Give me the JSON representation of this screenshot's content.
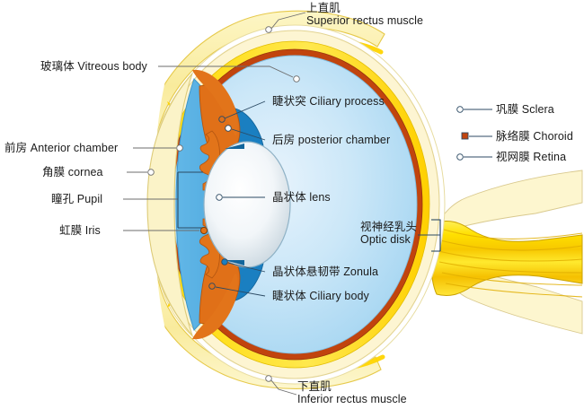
{
  "diagram": {
    "title": "Human Eye Cross-Section Anatomy",
    "background_color": "#ffffff"
  },
  "colors": {
    "sclera_outer": "#ffffff",
    "sclera": "#fdf5d2",
    "cornea": "#fbf3c8",
    "choroid_yellow": "#ffe000",
    "choroid_bright": "#ffd400",
    "retina_red": "#c1440e",
    "retina_line": "#a83b10",
    "vitreous_light": "#cfe7f7",
    "vitreous_mid": "#a9d6f2",
    "anterior_chamber": "#5bb3e4",
    "posterior_chamber": "#1a7fc1",
    "iris_orange": "#e2741a",
    "ciliary_orange": "#e07018",
    "lens_light": "#ffffff",
    "lens_edge": "#bfcdd6",
    "muscle_pale": "#fbefab",
    "muscle_outline": "#e8c84a",
    "optic_nerve": "#ffe800",
    "optic_nerve_stripe": "#f0b300",
    "leader_line": "#2c4a63",
    "leader_line_gray": "#808080",
    "text": "#1a1a1a"
  },
  "labels": {
    "superior_rectus": {
      "cn": "上直肌",
      "en": "Superior rectus muscle",
      "side": "top"
    },
    "vitreous_body": {
      "cn": "玻璃体",
      "en": "Vitreous body",
      "side": "left"
    },
    "anterior_chamber": {
      "cn": "前房",
      "en": "Anterior chamber",
      "side": "left"
    },
    "cornea": {
      "cn": "角膜",
      "en": "cornea",
      "side": "left"
    },
    "pupil": {
      "cn": "瞳孔",
      "en": "Pupil",
      "side": "left"
    },
    "iris": {
      "cn": "虹膜",
      "en": "Iris",
      "side": "left"
    },
    "ciliary_process": {
      "cn": "睫状突",
      "en": "Ciliary process",
      "side": "center"
    },
    "posterior_chamber": {
      "cn": "后房",
      "en": "posterior chamber",
      "side": "center"
    },
    "lens": {
      "cn": "晶状体",
      "en": "lens",
      "side": "center"
    },
    "zonula": {
      "cn": "晶状体悬韧带",
      "en": "Zonula",
      "side": "center"
    },
    "ciliary_body": {
      "cn": "睫状体",
      "en": "Ciliary body",
      "side": "center"
    },
    "optic_disk": {
      "cn": "视神经乳头",
      "en": "Optic disk",
      "side": "center-right"
    },
    "sclera": {
      "cn": "巩膜",
      "en": "Sclera",
      "side": "right"
    },
    "choroid": {
      "cn": "脉络膜",
      "en": "Choroid",
      "side": "right"
    },
    "retina": {
      "cn": "视网膜",
      "en": "Retina",
      "side": "right"
    },
    "inferior_rectus": {
      "cn": "下直肌",
      "en": "Inferior rectus muscle",
      "side": "bottom"
    }
  }
}
